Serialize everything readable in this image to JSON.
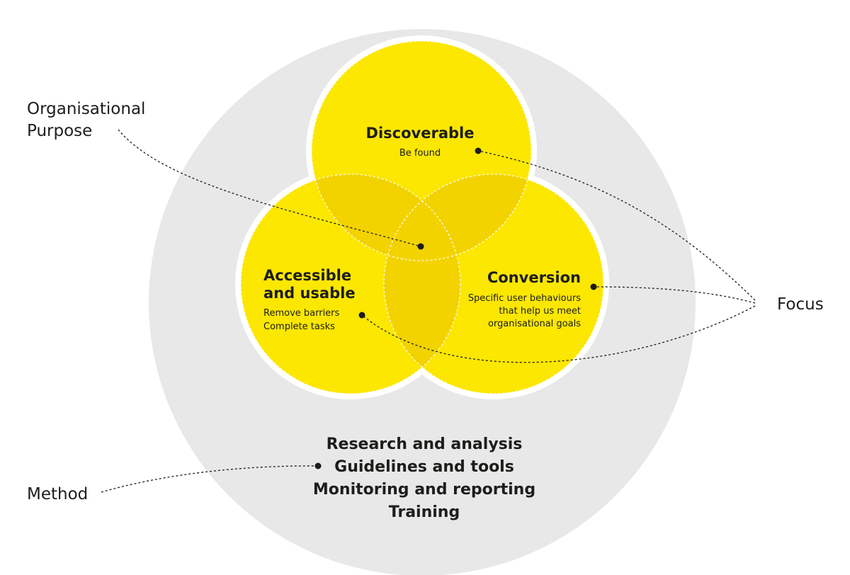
{
  "colors": {
    "background": "#ffffff",
    "outer_circle": "#e8e8e8",
    "circle_fill": "#fbe700",
    "overlap_fill": "#f2d300",
    "circle_outline": "#ffffff",
    "text": "#1d1d1b",
    "connector": "#1d1d1b"
  },
  "circles": {
    "discoverable": {
      "title": "Discoverable",
      "lines": [
        "Be found"
      ]
    },
    "accessible": {
      "title_lines": [
        "Accessible",
        "and usable"
      ],
      "lines": [
        "Remove barriers",
        "Complete tasks"
      ]
    },
    "conversion": {
      "title": "Conversion",
      "lines": [
        "Specific user behaviours",
        "that help us meet",
        "organisational goals"
      ]
    }
  },
  "method_items": [
    "Research and analysis",
    "Guidelines and tools",
    "Monitoring and reporting",
    "Training"
  ],
  "labels": {
    "organisational_purpose": [
      "Organisational",
      "Purpose"
    ],
    "focus": "Focus",
    "method": "Method"
  }
}
